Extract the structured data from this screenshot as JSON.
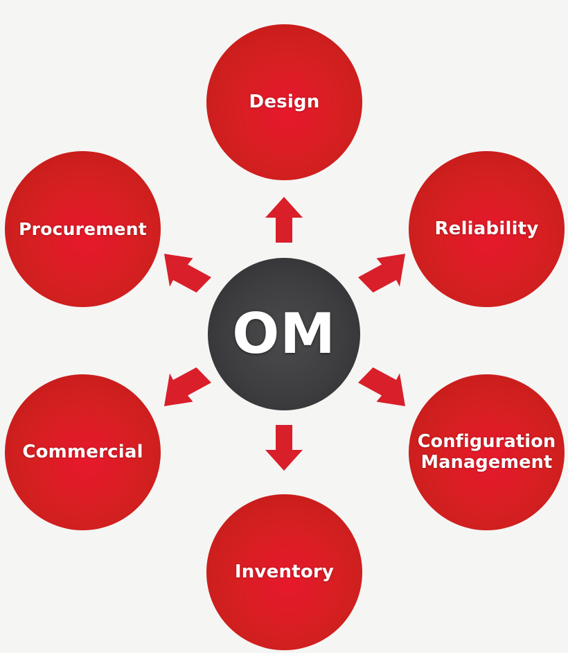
{
  "diagram": {
    "title": "OM Operations Management Hub Diagram",
    "background_color": "#f5f5f4",
    "center": {
      "label": "OM",
      "color": "#3d3d40",
      "text_color": "#ffffff"
    },
    "node_color": "#d81f22",
    "arrow_color": "#d81f2a",
    "nodes": [
      {
        "id": "design",
        "label": "Design",
        "position": "top"
      },
      {
        "id": "reliability",
        "label": "Reliability",
        "position": "top-right"
      },
      {
        "id": "config",
        "label": "Configuration\nManagement",
        "position": "bottom-right"
      },
      {
        "id": "inventory",
        "label": "Inventory",
        "position": "bottom"
      },
      {
        "id": "commercial",
        "label": "Commercial",
        "position": "bottom-left"
      },
      {
        "id": "procurement",
        "label": "Procurement",
        "position": "top-left"
      }
    ],
    "arrows": [
      {
        "id": "arrow-up",
        "direction": "up",
        "from": "OM",
        "to": "Design"
      },
      {
        "id": "arrow-ne",
        "direction": "up-right",
        "from": "OM",
        "to": "Reliability"
      },
      {
        "id": "arrow-se",
        "direction": "down-right",
        "from": "OM",
        "to": "Configuration Management"
      },
      {
        "id": "arrow-down",
        "direction": "down",
        "from": "OM",
        "to": "Inventory"
      },
      {
        "id": "arrow-sw",
        "direction": "down-left",
        "from": "OM",
        "to": "Commercial"
      },
      {
        "id": "arrow-nw",
        "direction": "up-left",
        "from": "OM",
        "to": "Procurement"
      }
    ]
  }
}
